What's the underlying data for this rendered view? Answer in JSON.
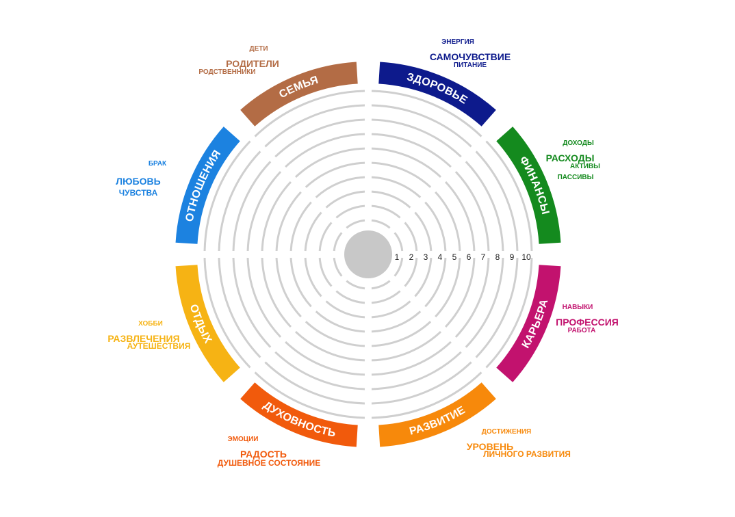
{
  "wheel": {
    "scale": [
      "1",
      "2",
      "3",
      "4",
      "5",
      "6",
      "7",
      "8",
      "9",
      "10"
    ],
    "segments": [
      {
        "key": "health",
        "label": "ЗДОРОВЬЕ",
        "color": "#0d1a8c",
        "annotations": [
          {
            "text": "ЭНЕРГИЯ",
            "size": "small"
          },
          {
            "text": "САМОЧУВСТВИЕ",
            "size": "big"
          },
          {
            "text": "ПИТАНИЕ",
            "size": "small"
          }
        ]
      },
      {
        "key": "finance",
        "label": "ФИНАНСЫ",
        "color": "#148a1e",
        "annotations": [
          {
            "text": "ДОХОДЫ",
            "size": "small"
          },
          {
            "text": "РАСХОДЫ",
            "size": "big"
          },
          {
            "text": "АКТИВЫ",
            "size": "small"
          },
          {
            "text": "ПАССИВЫ",
            "size": "small"
          }
        ]
      },
      {
        "key": "career",
        "label": "КАРЬЕРА",
        "color": "#c2126e",
        "annotations": [
          {
            "text": "НАВЫКИ",
            "size": "small"
          },
          {
            "text": "ПРОФЕССИЯ",
            "size": "big"
          },
          {
            "text": "РАБОТА",
            "size": "small"
          }
        ]
      },
      {
        "key": "development",
        "label": "РАЗВИТИЕ",
        "color": "#f7890b",
        "annotations": [
          {
            "text": "ДОСТИЖЕНИЯ",
            "size": "small"
          },
          {
            "text": "УРОВЕНЬ",
            "size": "big"
          },
          {
            "text": "ЛИЧНОГО РАЗВИТИЯ",
            "size": "mid"
          }
        ]
      },
      {
        "key": "spirituality",
        "label": "ДУХОВНОСТЬ",
        "color": "#f15a0c",
        "annotations": [
          {
            "text": "ЭМОЦИИ",
            "size": "small"
          },
          {
            "text": "РАДОСТЬ",
            "size": "big"
          },
          {
            "text": "ДУШЕВНОЕ СОСТОЯНИЕ",
            "size": "mid"
          }
        ]
      },
      {
        "key": "rest",
        "label": "ОТДЫХ",
        "color": "#f6b314",
        "annotations": [
          {
            "text": "ХОББИ",
            "size": "small"
          },
          {
            "text": "РАЗВЛЕЧЕНИЯ",
            "size": "big"
          },
          {
            "text": "АУТЕШЕСТВИЯ",
            "size": "mid"
          }
        ]
      },
      {
        "key": "relations",
        "label": "ОТНОШЕНИЯ",
        "color": "#1c82e0",
        "annotations": [
          {
            "text": "БРАК",
            "size": "small"
          },
          {
            "text": "ЛЮБОВЬ",
            "size": "big"
          },
          {
            "text": "ЧУВСТВА",
            "size": "mid"
          }
        ]
      },
      {
        "key": "family",
        "label": "СЕМЬЯ",
        "color": "#b36c45",
        "annotations": [
          {
            "text": "ДЕТИ",
            "size": "small"
          },
          {
            "text": "РОДИТЕЛИ",
            "size": "big"
          },
          {
            "text": "РОДСТВЕННИКИ",
            "size": "small"
          }
        ]
      }
    ]
  }
}
